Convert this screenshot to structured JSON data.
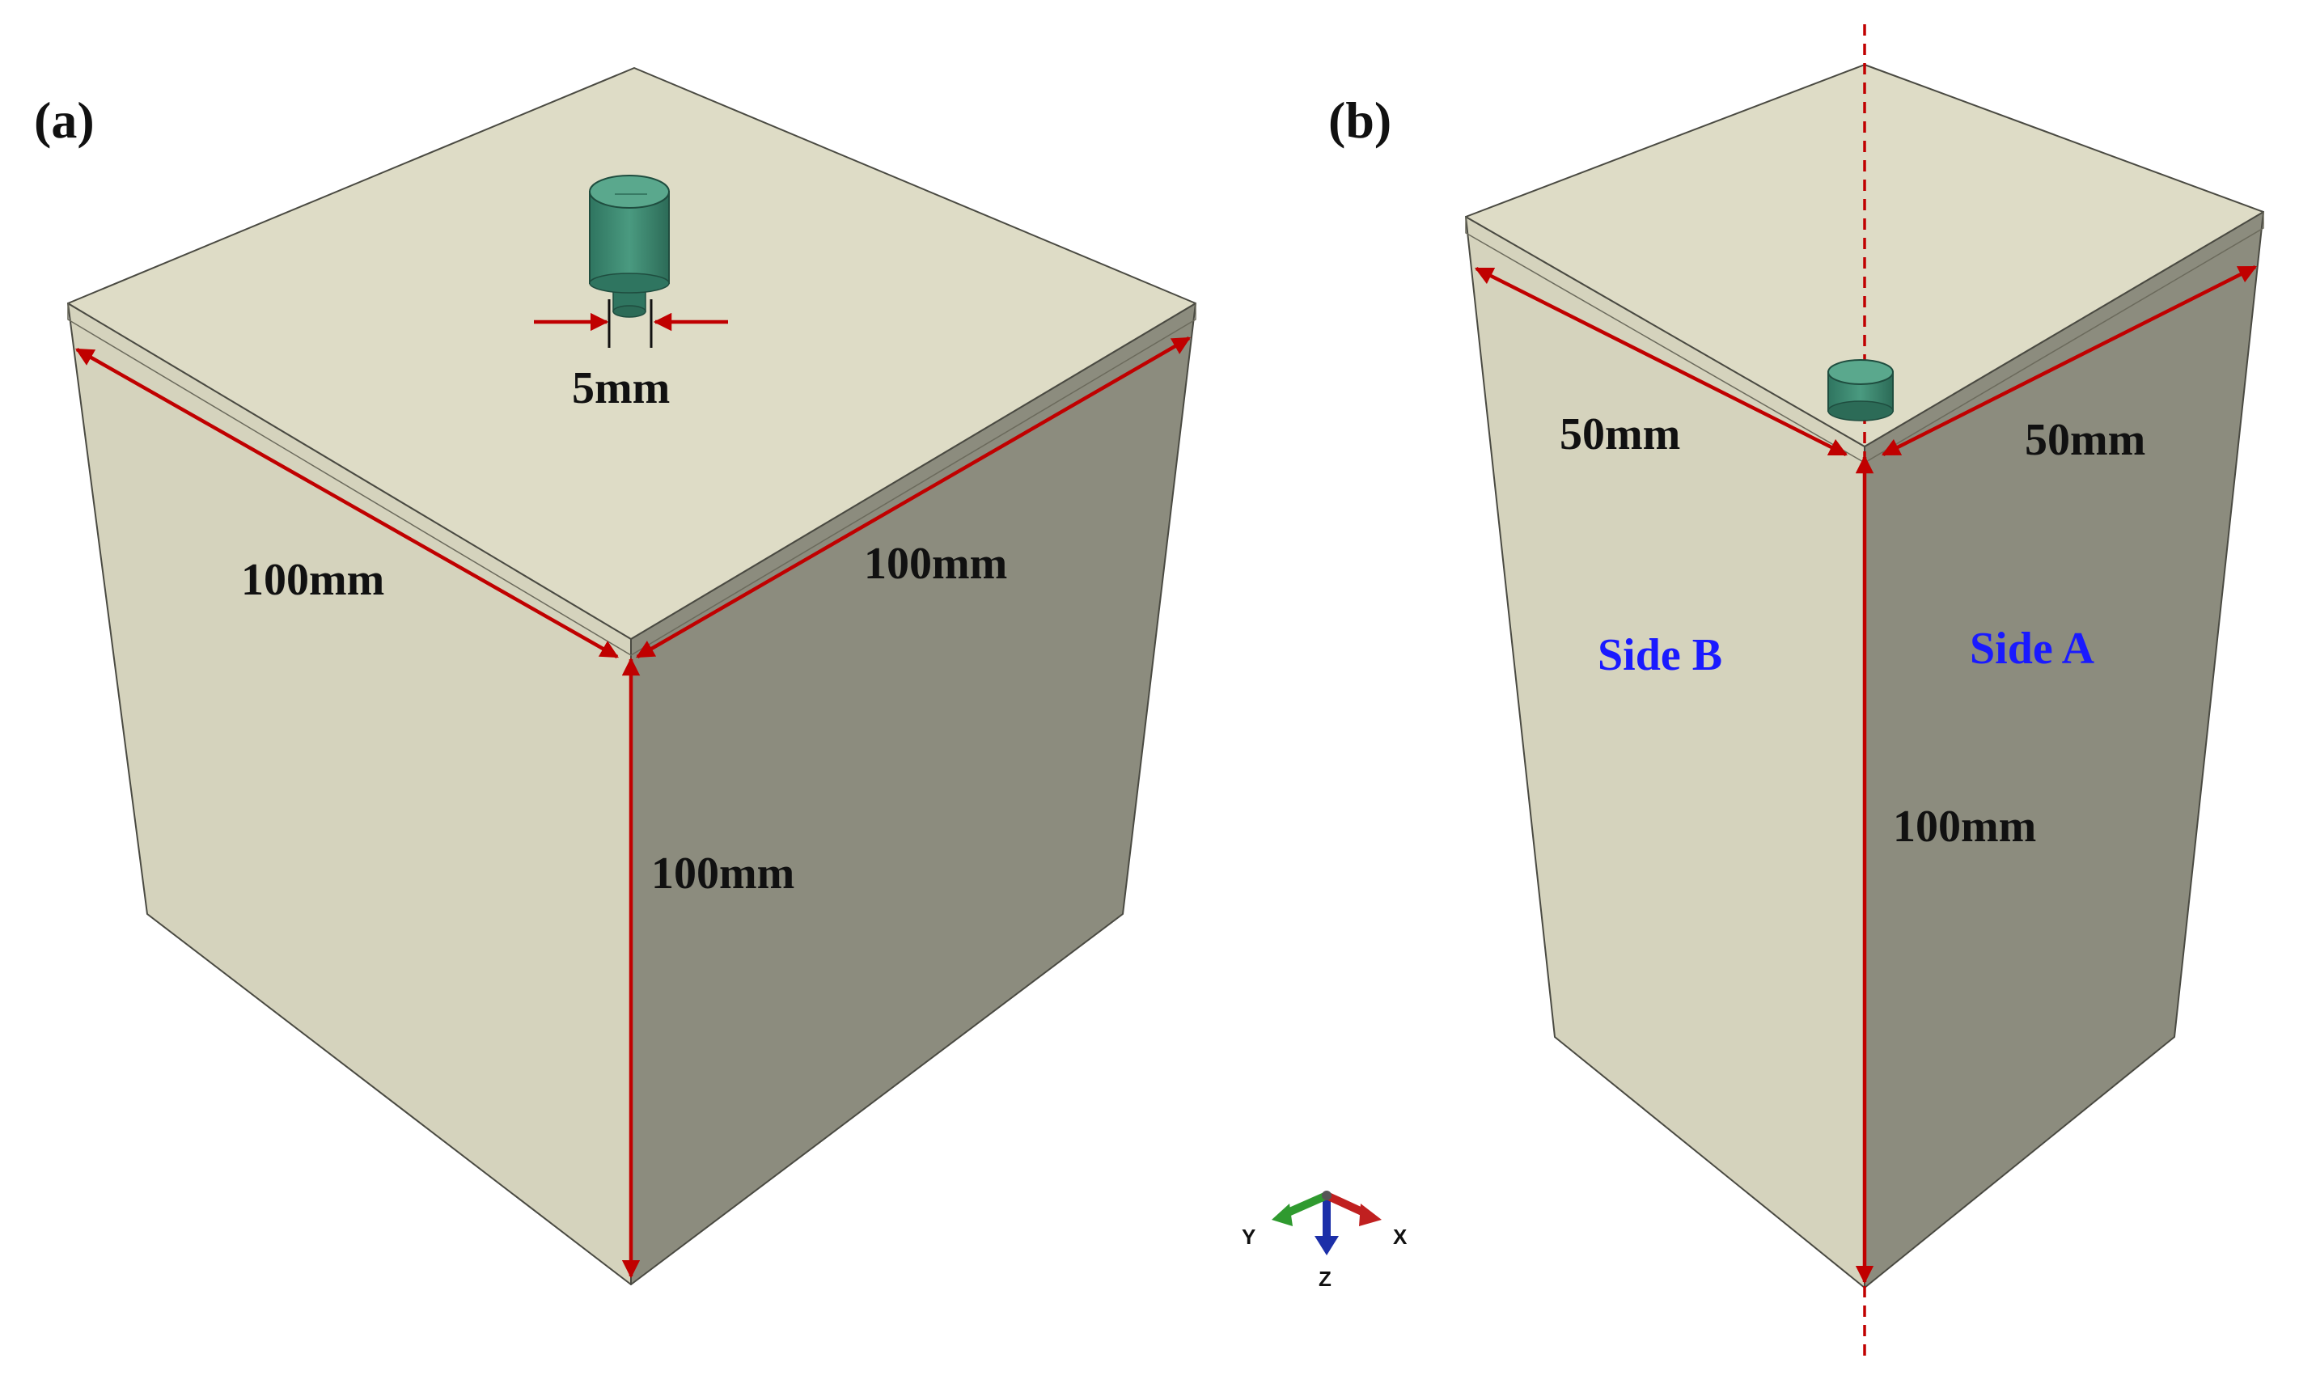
{
  "panel_a": {
    "label": "(a)",
    "dim_top_left": "100mm",
    "dim_top_right": "100mm",
    "dim_vertical": "100mm",
    "dim_probe": "5mm"
  },
  "panel_b": {
    "label": "(b)",
    "dim_top_left": "50mm",
    "dim_top_right": "50mm",
    "dim_vertical": "100mm",
    "side_left": "Side B",
    "side_right": "Side A"
  },
  "axes_triad": {
    "x": "X",
    "y": "Y",
    "z": "Z"
  },
  "colors": {
    "top_face": "#dedcc6",
    "left_face": "#d5d3bd",
    "right_face": "#8c8c7e",
    "probe": "#3f8c73",
    "dimension": "#c00000",
    "side_label": "#1a1aff"
  }
}
